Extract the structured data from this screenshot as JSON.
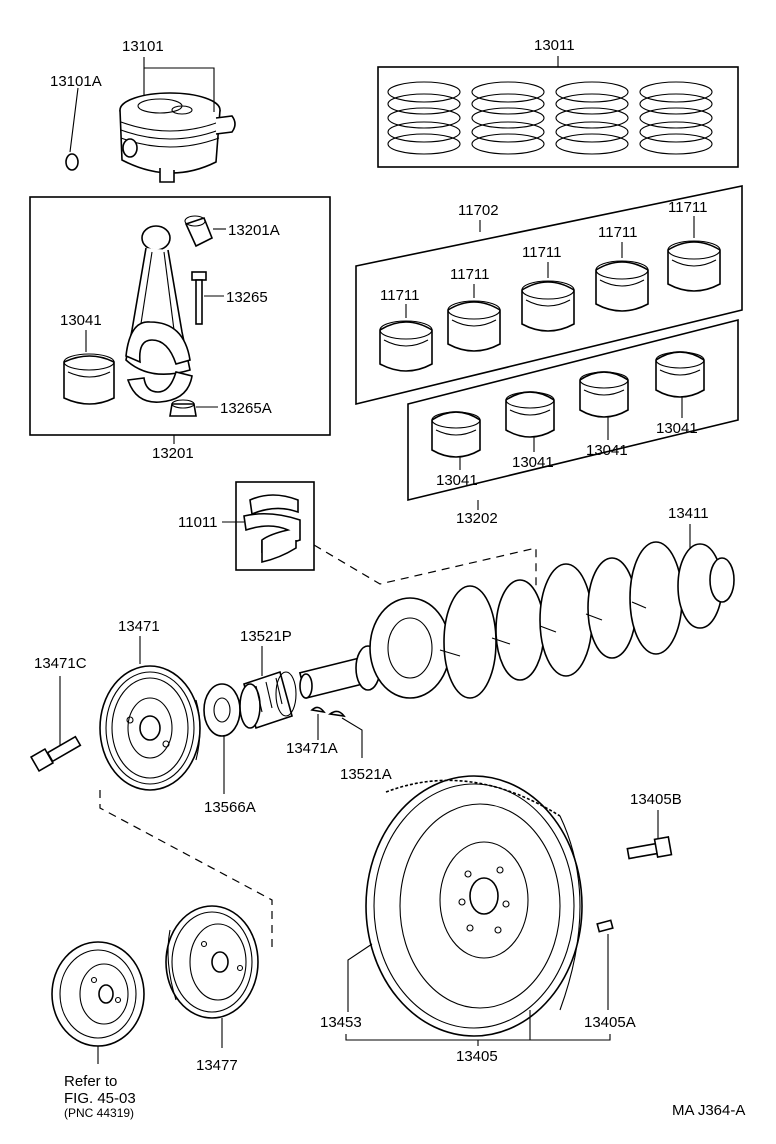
{
  "labels": {
    "p13101": "13101",
    "p13101A": "13101A",
    "p13011": "13011",
    "p13201A": "13201A",
    "p13265": "13265",
    "p13041_rod": "13041",
    "p13265A": "13265A",
    "p13201": "13201",
    "p11702": "11702",
    "p11711_a": "11711",
    "p11711_b": "11711",
    "p11711_c": "11711",
    "p11711_d": "11711",
    "p11711_e": "11711",
    "p13041_a": "13041",
    "p13041_b": "13041",
    "p13041_c": "13041",
    "p13041_d": "13041",
    "p13202": "13202",
    "p11011": "11011",
    "p13411": "13411",
    "p13471": "13471",
    "p13521P": "13521P",
    "p13471C": "13471C",
    "p13471A": "13471A",
    "p13566A": "13566A",
    "p13521A": "13521A",
    "p13405B": "13405B",
    "p13453": "13453",
    "p13405A": "13405A",
    "p13405": "13405",
    "p13477": "13477",
    "refer_line1": "Refer to",
    "refer_line2": "FIG. 45-03",
    "refer_line3": "(PNC  44319)",
    "figure_code": "MA J364-A"
  }
}
